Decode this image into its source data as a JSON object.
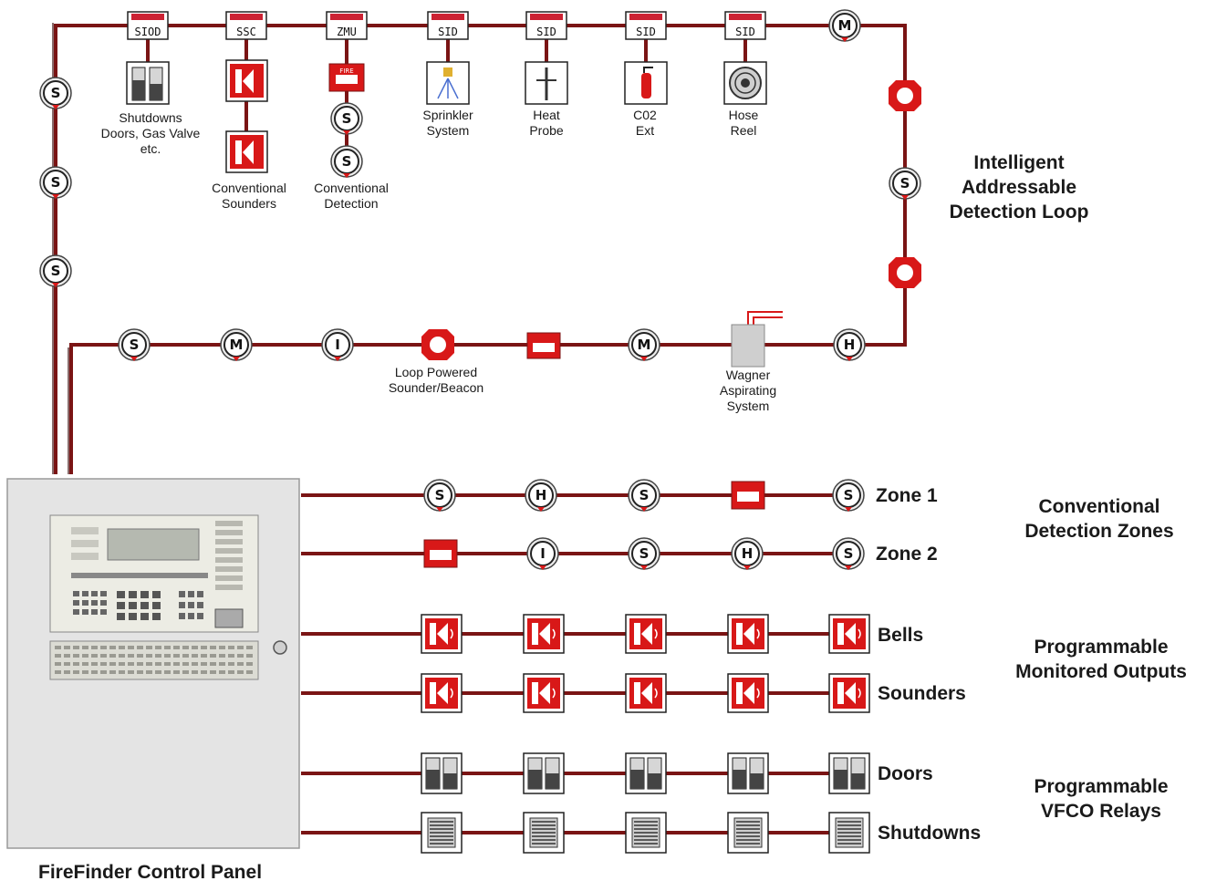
{
  "loop": {
    "title_lines": [
      "Intelligent",
      "Addressable",
      "Detection Loop"
    ],
    "modules": [
      "SIOD",
      "SSC",
      "ZMU",
      "SID",
      "SID",
      "SID",
      "SID"
    ],
    "top_devices": [
      {
        "lines": [
          "Shutdowns",
          "Doors, Gas Valve",
          "etc."
        ],
        "icon": "doors-icon"
      },
      {
        "lines": [
          "Conventional",
          "Sounders"
        ],
        "icon": "sounder-icon"
      },
      {
        "lines": [
          "Conventional",
          "Detection"
        ],
        "icon": "call-point-icon"
      },
      {
        "lines": [
          "Sprinkler",
          "System"
        ],
        "icon": "sprinkler-icon"
      },
      {
        "lines": [
          "Heat",
          "Probe"
        ],
        "icon": "heat-probe-icon"
      },
      {
        "lines": [
          "C02",
          "Ext"
        ],
        "icon": "extinguisher-icon"
      },
      {
        "lines": [
          "Hose",
          "Reel"
        ],
        "icon": "hose-reel-icon"
      }
    ],
    "loop_devices_labels": {
      "beacon": [
        "Loop Powered",
        "Sounder/Beacon"
      ],
      "wagner": [
        "Wagner",
        "Aspirating",
        "System"
      ]
    },
    "symbols": {
      "smoke": "S",
      "multi": "M",
      "ion": "I",
      "heat": "H"
    }
  },
  "panel": {
    "label": "FireFinder Control Panel"
  },
  "zones": {
    "title_lines": [
      "Conventional",
      "Detection Zones"
    ],
    "rows": [
      "Zone 1",
      "Zone 2"
    ]
  },
  "outputs": {
    "title_lines": [
      "Programmable",
      "Monitored Outputs"
    ],
    "rows": [
      "Bells",
      "Sounders"
    ]
  },
  "relays": {
    "title_lines": [
      "Programmable",
      "VFCO Relays"
    ],
    "rows": [
      "Doors",
      "Shutdowns"
    ]
  },
  "colors": {
    "wire": "#7a1414",
    "device_red": "#d81818",
    "panel_grey": "#e4e4e4"
  }
}
